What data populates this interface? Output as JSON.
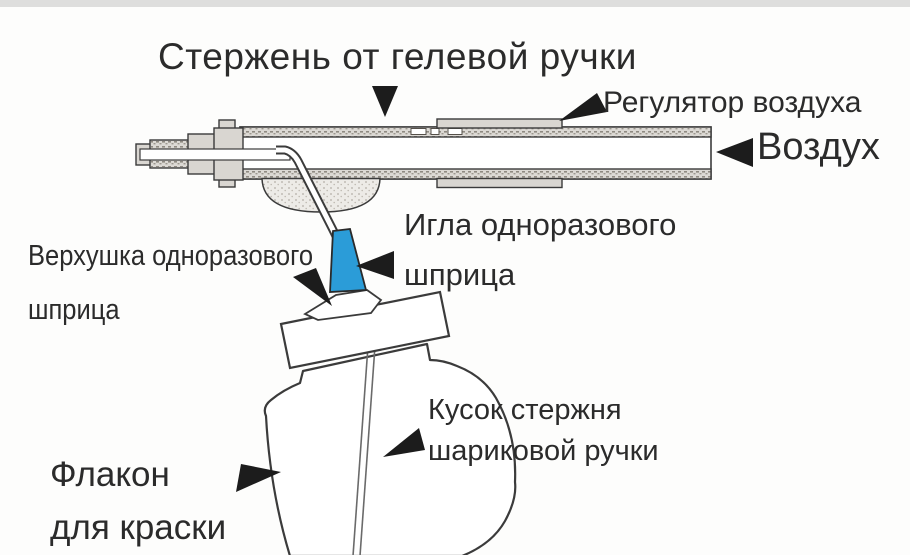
{
  "labels": {
    "title": "Стержень от гелевой ручки",
    "air_regulator": "Регулятор воздуха",
    "air": "Воздух",
    "syringe_needle": "Игла одноразового\nшприца",
    "syringe_top": "Верхушка одноразового\nшприца",
    "refill_piece": "Кусок стержня\nшариковой ручки",
    "paint_bottle": "Флакон\nдля краски"
  },
  "colors": {
    "accent_blue": "#2b9cd8",
    "ink": "#2b2b2b",
    "outline": "#3b3b3b",
    "metal_gray": "#d9d6d1"
  }
}
